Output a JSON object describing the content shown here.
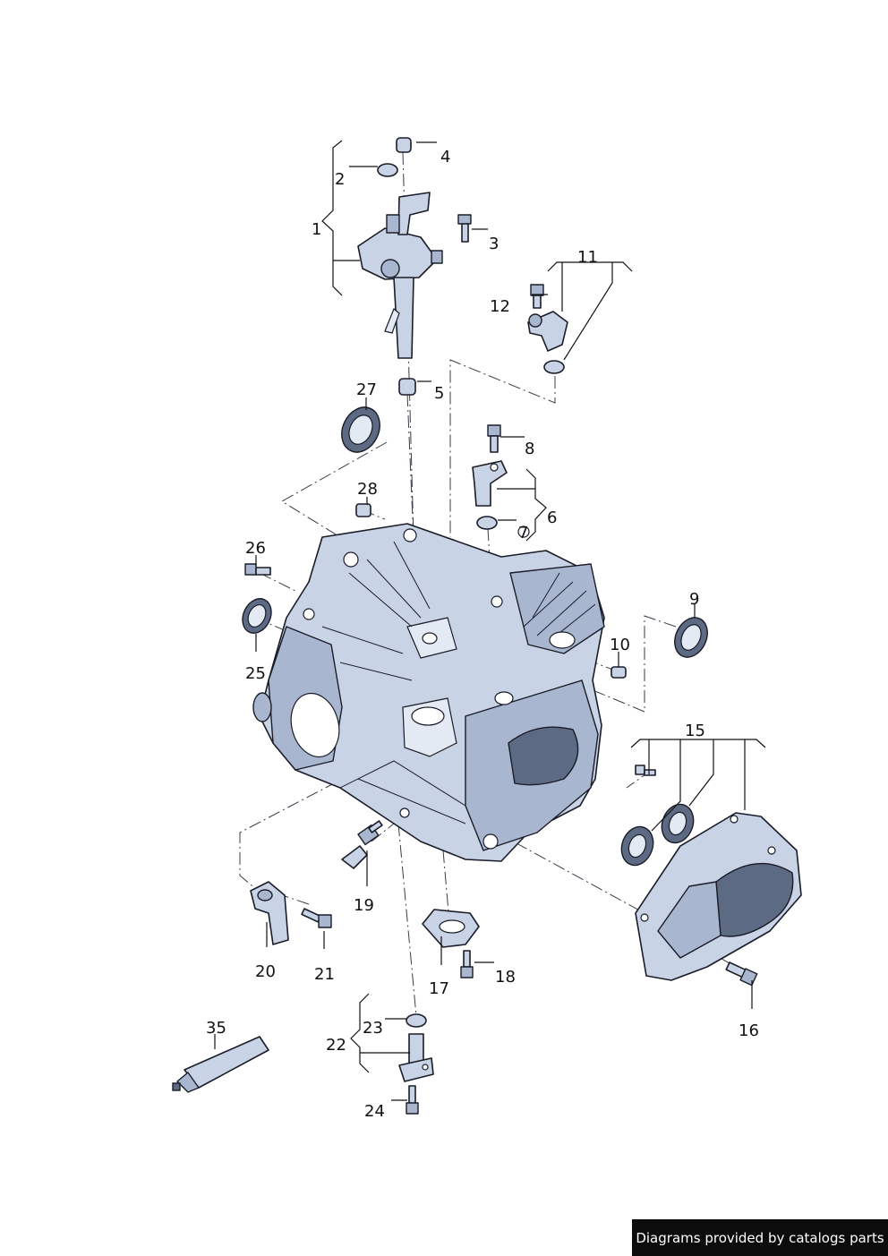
{
  "callouts": {
    "c1": "1",
    "c2": "2",
    "c3": "3",
    "c4": "4",
    "c5": "5",
    "c6": "6",
    "c7": "7",
    "c8": "8",
    "c9": "9",
    "c10": "10",
    "c11": "11",
    "c12": "12",
    "c15": "15",
    "c16": "16",
    "c17": "17",
    "c18": "18",
    "c19": "19",
    "c20": "20",
    "c21": "21",
    "c22": "22",
    "c23": "23",
    "c24": "24",
    "c25": "25",
    "c26": "26",
    "c27": "27",
    "c28": "28",
    "c35": "35"
  },
  "footer": {
    "credit": "Diagrams provided by catalogs parts"
  },
  "colors": {
    "part_fill": "#c9d3e6",
    "part_shade": "#a9b6cf",
    "part_dark": "#5d6a84",
    "line": "#1a1c28"
  }
}
